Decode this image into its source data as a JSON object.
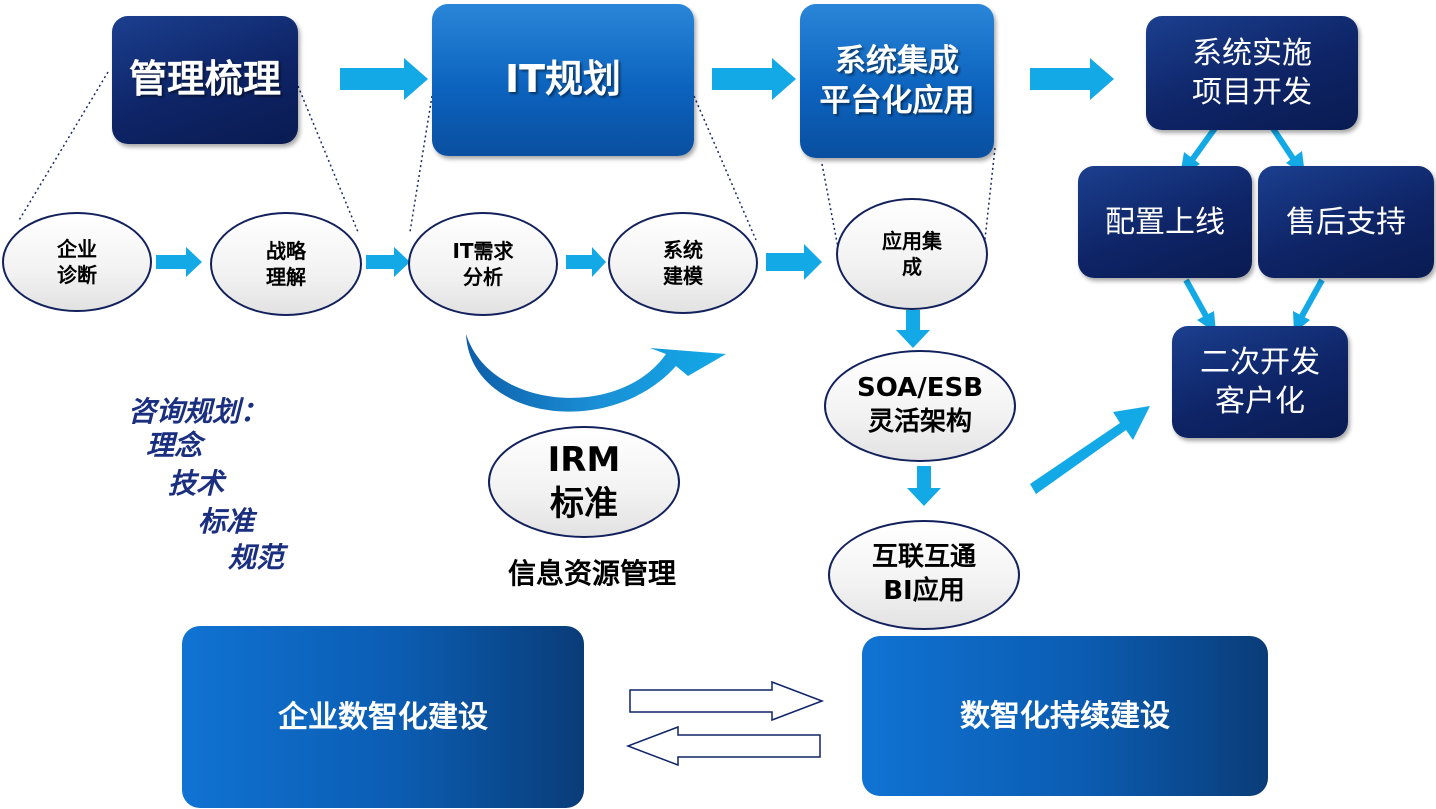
{
  "top_boxes": {
    "mgmt": "管理梳理",
    "it_plan": "IT规划",
    "integration": "系统集成\n平台化应用",
    "implementation": "系统实施\n项目开发"
  },
  "right_boxes": {
    "config": "配置上线",
    "support": "售后支持",
    "custom": "二次开发\n客户化"
  },
  "ovals": {
    "diagnose": "企业\n诊断",
    "strategy": "战略\n理解",
    "it_needs": "IT需求\n分析",
    "modeling": "系统\n建模",
    "app_integration": "应用集\n成",
    "soa": "SOA/ESB\n灵活架构",
    "interconnect": "互联互通\nBI应用",
    "irm": "IRM\n标准"
  },
  "irm_caption": "信息资源管理",
  "consulting_notes": [
    "咨询规划：",
    "理念",
    "技术",
    "标准",
    "规范"
  ],
  "bottom_boxes": {
    "digital_build": "企业数智化建设",
    "continuous": "数智化持续建设"
  },
  "colors": {
    "arrow_cyan": "#12a9e6",
    "navy": "#0e2466",
    "blue": "#0c63be",
    "note_text": "#1a2f80"
  }
}
